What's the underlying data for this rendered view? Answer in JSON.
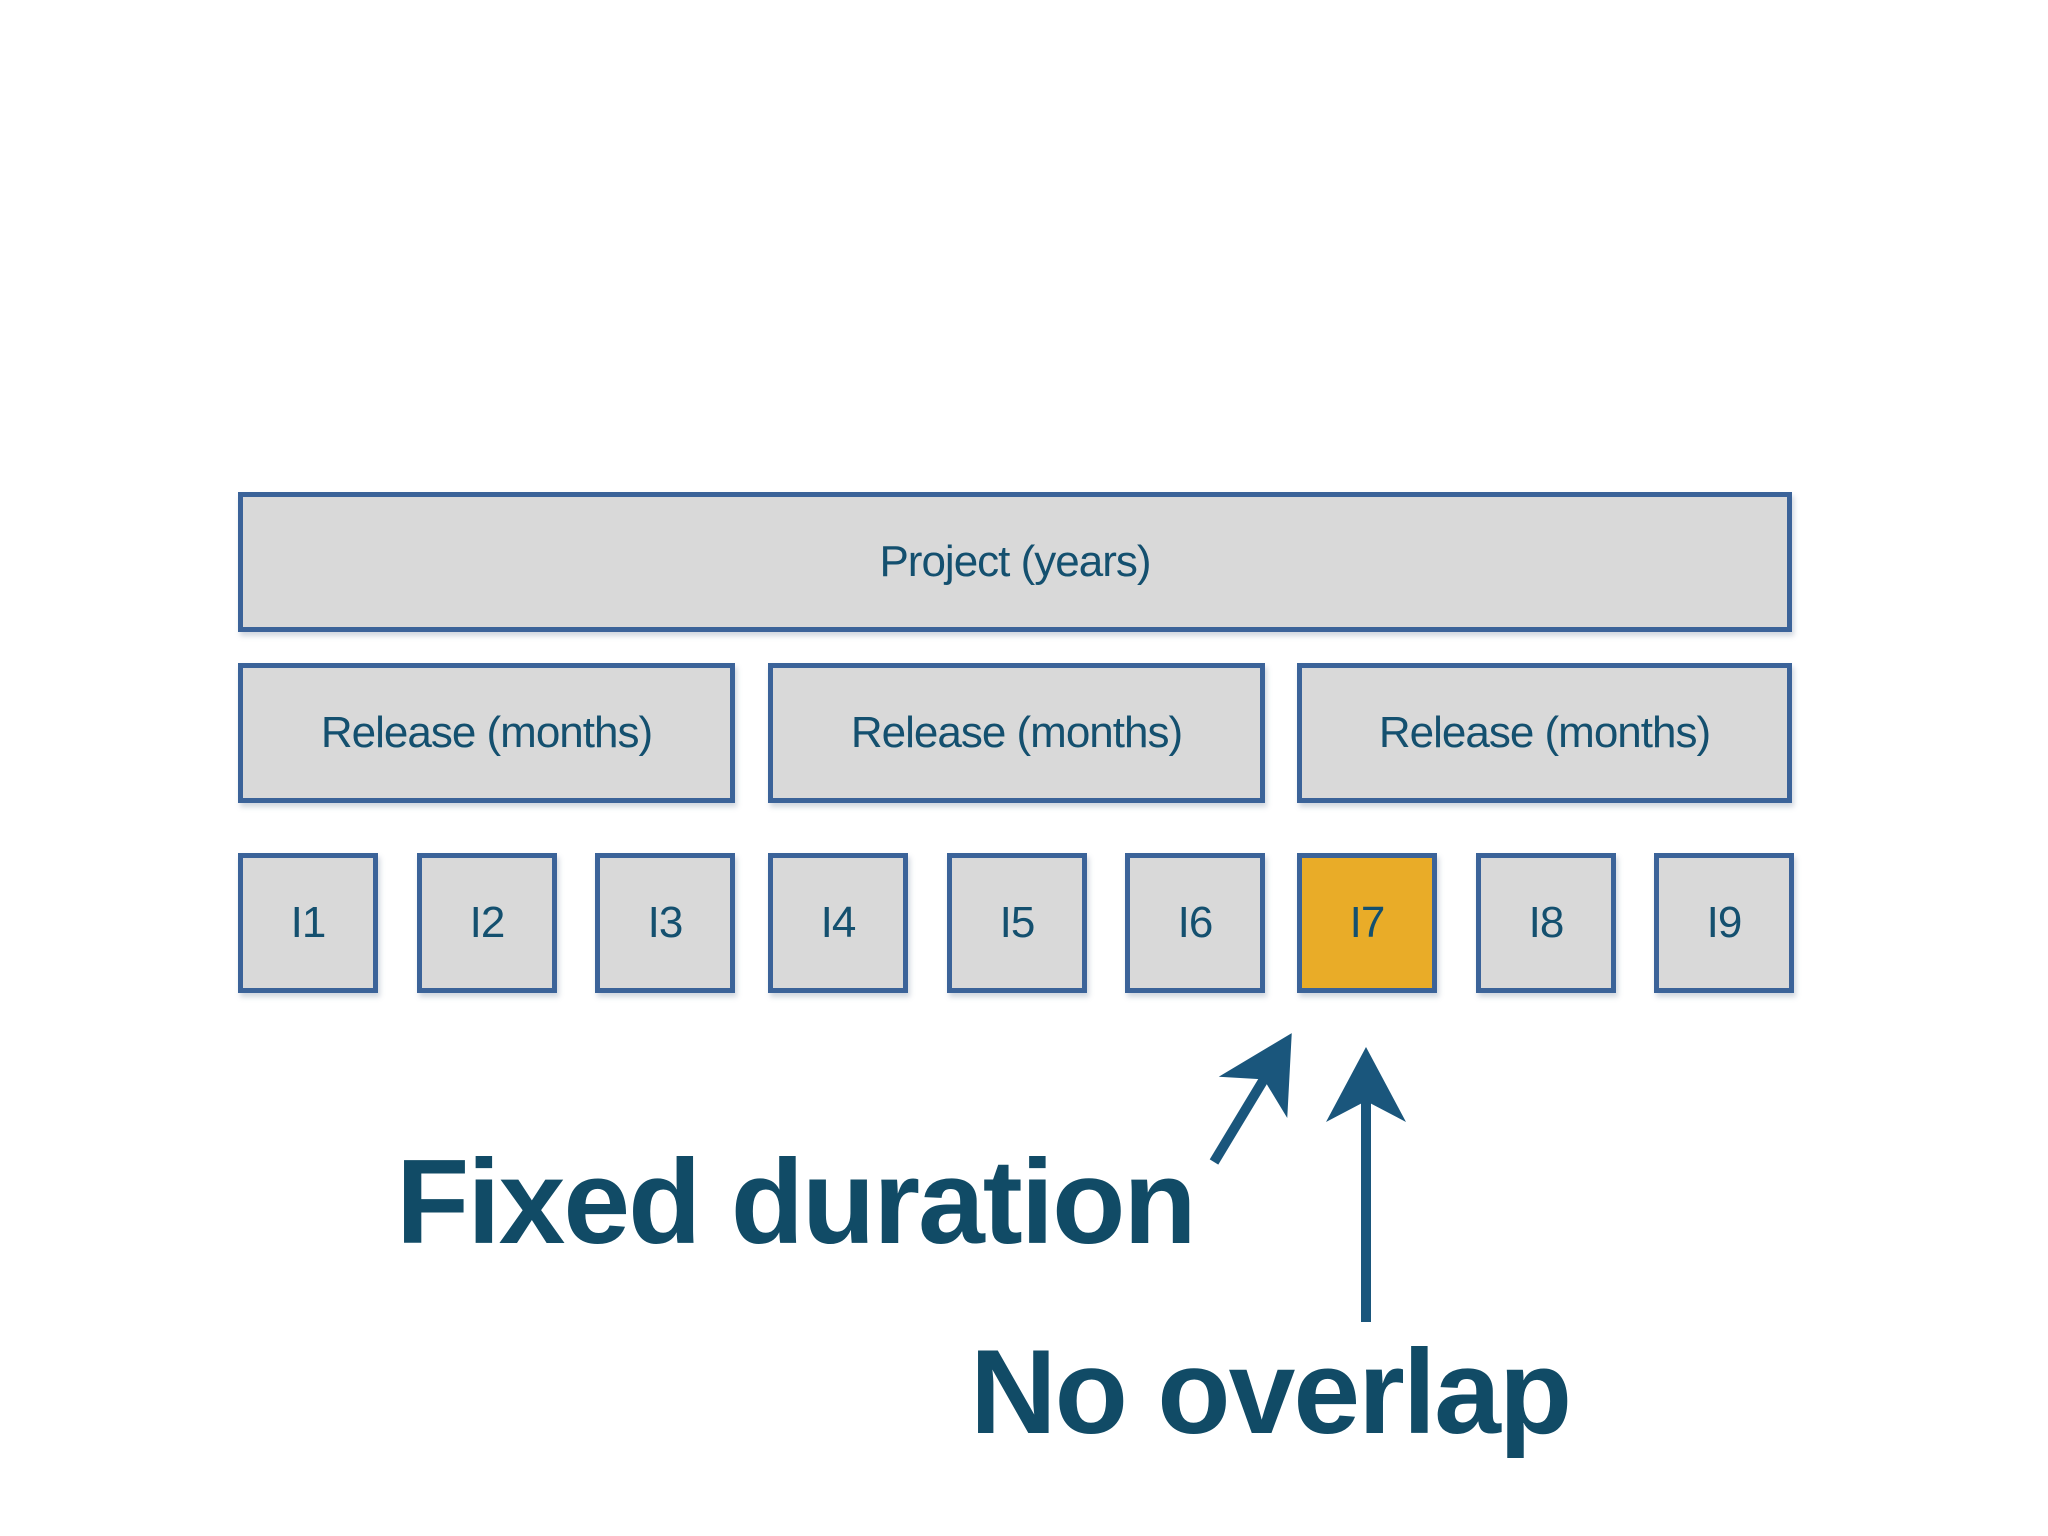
{
  "diagram": {
    "project": {
      "label": "Project (years)"
    },
    "releases": [
      {
        "label": "Release (months)"
      },
      {
        "label": "Release (months)"
      },
      {
        "label": "Release (months)"
      }
    ],
    "iterations": [
      {
        "label": "I1",
        "highlighted": false
      },
      {
        "label": "I2",
        "highlighted": false
      },
      {
        "label": "I3",
        "highlighted": false
      },
      {
        "label": "I4",
        "highlighted": false
      },
      {
        "label": "I5",
        "highlighted": false
      },
      {
        "label": "I6",
        "highlighted": false
      },
      {
        "label": "I7",
        "highlighted": true
      },
      {
        "label": "I8",
        "highlighted": false
      },
      {
        "label": "I9",
        "highlighted": false
      }
    ],
    "annotations": {
      "fixed_duration": "Fixed duration",
      "no_overlap": "No overlap"
    },
    "colors": {
      "box_fill": "#d9d9d9",
      "box_border": "#3b6399",
      "highlight_fill": "#e9ac28",
      "label_text": "#14506f",
      "annotation_text": "#114b66",
      "arrow_color": "#1a567c",
      "bg": "#ffffff"
    }
  }
}
